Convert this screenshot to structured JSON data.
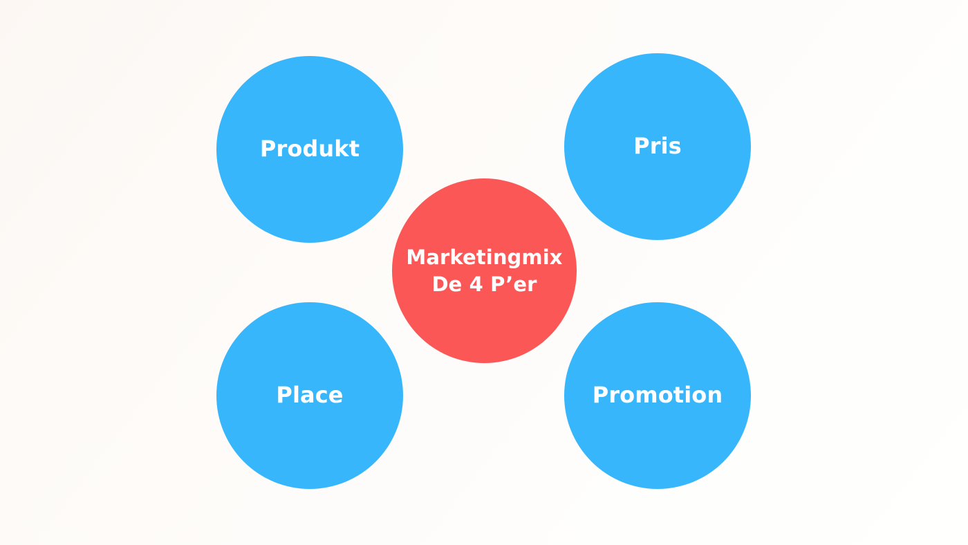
{
  "diagram": {
    "title": "Marketingmix De 4 P'er",
    "type": "hub-and-spoke",
    "background_color_start": "#FCF7F3",
    "background_color_end": "#FFFFFE",
    "hub": {
      "id": "marketingmix",
      "label": "Marketingmix\nDe 4 P’er",
      "line1": "Marketingmix",
      "line2": "De 4 P’er",
      "color": "#FB5757",
      "text_color": "#FFFFFF"
    },
    "satellites": [
      {
        "id": "produkt",
        "label": "Produkt",
        "position": "top-left",
        "color": "#38B6FC",
        "text_color": "#FFFFFF"
      },
      {
        "id": "pris",
        "label": "Pris",
        "position": "top-right",
        "color": "#38B6FC",
        "text_color": "#FFFFFF"
      },
      {
        "id": "place",
        "label": "Place",
        "position": "bottom-left",
        "color": "#38B6FC",
        "text_color": "#FFFFFF"
      },
      {
        "id": "promotion",
        "label": "Promotion",
        "position": "bottom-right",
        "color": "#38B6FC",
        "text_color": "#FFFFFF"
      }
    ]
  }
}
